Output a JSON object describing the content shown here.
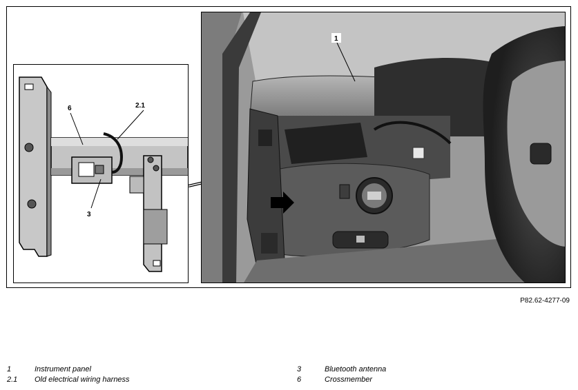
{
  "figure": {
    "reference": "P82.62-4277-09",
    "inset_callouts": [
      {
        "id": "6",
        "label": "6"
      },
      {
        "id": "2.1",
        "label": "2.1"
      },
      {
        "id": "3",
        "label": "3"
      }
    ],
    "photo_callouts": [
      {
        "id": "1",
        "label": "1"
      }
    ]
  },
  "legend": {
    "left": [
      {
        "num": "1",
        "text": "Instrument panel"
      },
      {
        "num": "2.1",
        "text": "Old electrical wiring harness"
      }
    ],
    "right": [
      {
        "num": "3",
        "text": "Bluetooth antenna"
      },
      {
        "num": "6",
        "text": "Crossmember"
      }
    ]
  }
}
